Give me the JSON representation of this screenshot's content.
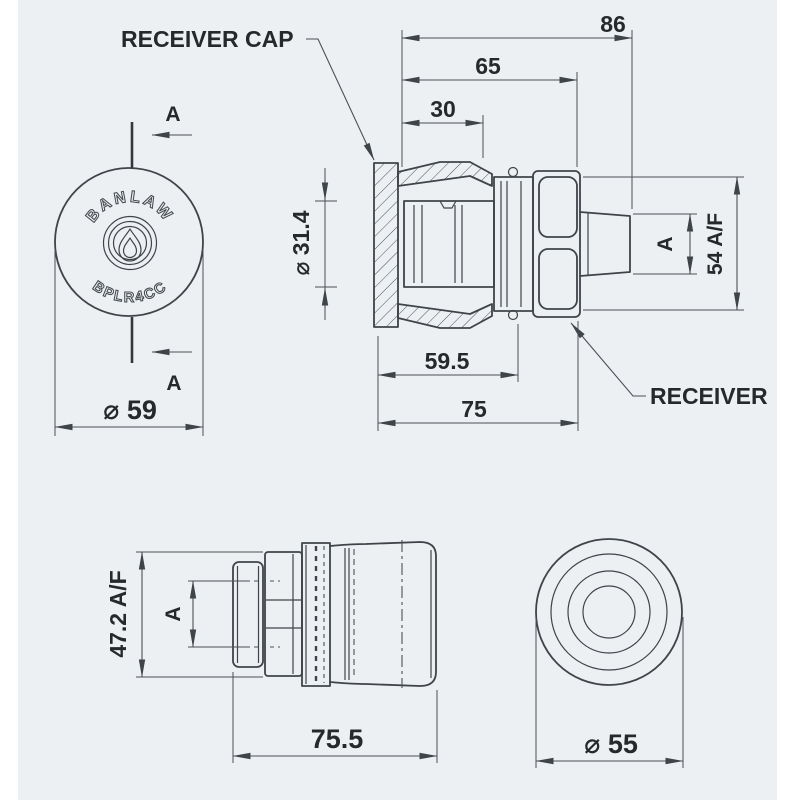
{
  "page": {
    "background": "#ffffff",
    "sheet_color": "#edf0f3",
    "line_color": "#3f4449",
    "text_color": "#26282b"
  },
  "labels": {
    "receiver_cap": "RECEIVER CAP",
    "receiver": "RECEIVER"
  },
  "front_cap_view": {
    "brand": "BANLAW",
    "model": "BPLR4CC",
    "section_top": "A",
    "section_bottom": "A",
    "diameter": "⌀ 59"
  },
  "side_section_view": {
    "dim_overall": "86",
    "dim_to_hex": "65",
    "dim_step": "30",
    "dia_probe": "⌀ 31.4",
    "dim_cap": "59.5",
    "dim_body": "75",
    "dim_hex_af": "54 A/F",
    "dim_stub": "A"
  },
  "receiver_side_view": {
    "dim_af": "47.2 A/F",
    "dim_thread": "A",
    "dim_length": "75.5"
  },
  "receiver_front_view": {
    "diameter": "⌀ 55"
  }
}
